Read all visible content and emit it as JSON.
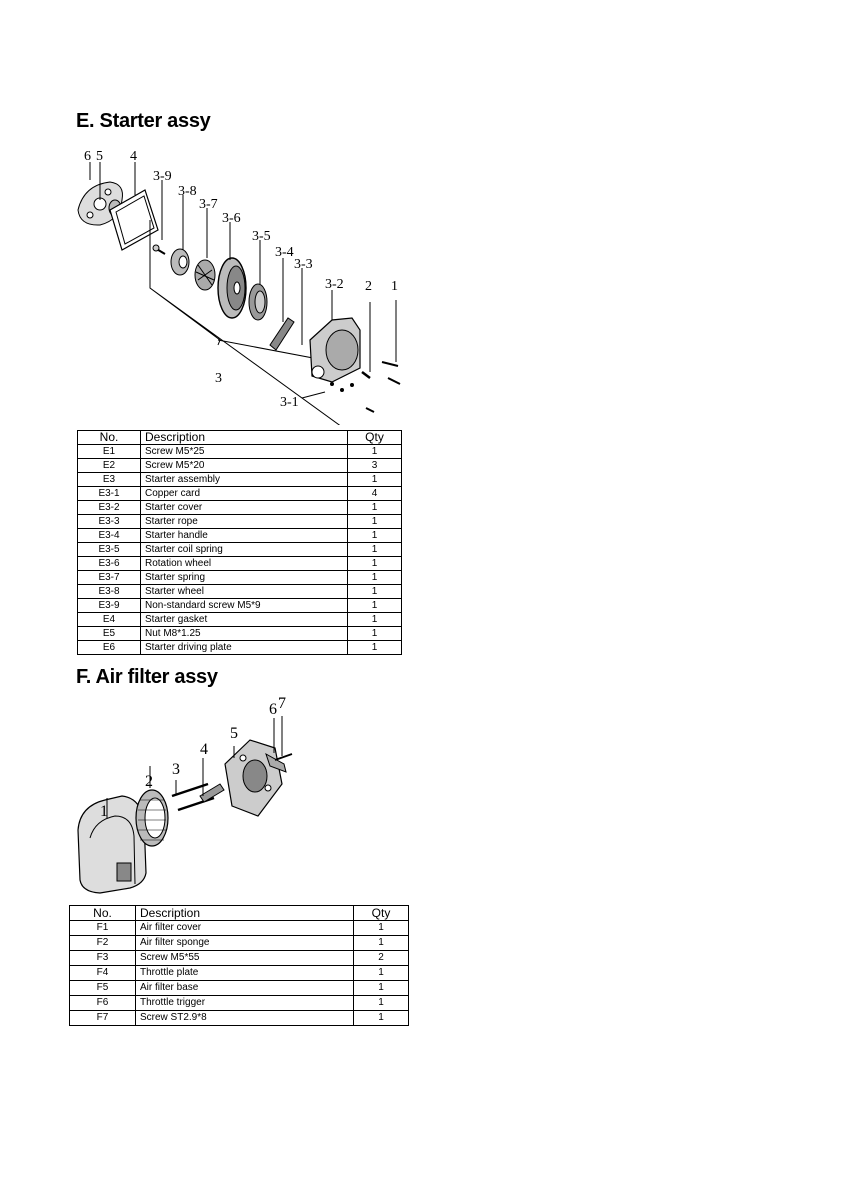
{
  "sections": {
    "starter": {
      "title": "E. Starter assy",
      "callouts": [
        "6",
        "5",
        "4",
        "3-9",
        "3-8",
        "3-7",
        "3-6",
        "3-5",
        "3-4",
        "3-3",
        "3-2",
        "2",
        "1",
        "3",
        "3-1"
      ],
      "table": {
        "headers": [
          "No.",
          "Description",
          "Qty"
        ],
        "rows": [
          {
            "no": "E1",
            "desc": "Screw M5*25",
            "qty": "1"
          },
          {
            "no": "E2",
            "desc": "Screw M5*20",
            "qty": "3"
          },
          {
            "no": "E3",
            "desc": "Starter assembly",
            "qty": "1"
          },
          {
            "no": "E3-1",
            "desc": "Copper card",
            "qty": "4"
          },
          {
            "no": "E3-2",
            "desc": "Starter cover",
            "qty": "1"
          },
          {
            "no": "E3-3",
            "desc": "Starter rope",
            "qty": "1"
          },
          {
            "no": "E3-4",
            "desc": "Starter handle",
            "qty": "1"
          },
          {
            "no": "E3-5",
            "desc": "Starter coil spring",
            "qty": "1"
          },
          {
            "no": "E3-6",
            "desc": "Rotation wheel",
            "qty": "1"
          },
          {
            "no": "E3-7",
            "desc": "Starter spring",
            "qty": "1"
          },
          {
            "no": "E3-8",
            "desc": "Starter wheel",
            "qty": "1"
          },
          {
            "no": "E3-9",
            "desc": "Non-standard screw M5*9",
            "qty": "1"
          },
          {
            "no": "E4",
            "desc": "Starter gasket",
            "qty": "1"
          },
          {
            "no": "E5",
            "desc": "Nut M8*1.25",
            "qty": "1"
          },
          {
            "no": "E6",
            "desc": "Starter driving plate",
            "qty": "1"
          }
        ]
      }
    },
    "air_filter": {
      "title": "F. Air filter assy",
      "callouts": [
        "1",
        "2",
        "3",
        "4",
        "5",
        "6",
        "7"
      ],
      "table": {
        "headers": [
          "No.",
          "Description",
          "Qty"
        ],
        "rows": [
          {
            "no": "F1",
            "desc": "Air filter cover",
            "qty": "1"
          },
          {
            "no": "F2",
            "desc": "Air filter sponge",
            "qty": "1"
          },
          {
            "no": "F3",
            "desc": "Screw M5*55",
            "qty": "2"
          },
          {
            "no": "F4",
            "desc": "Throttle plate",
            "qty": "1"
          },
          {
            "no": "F5",
            "desc": "Air filter base",
            "qty": "1"
          },
          {
            "no": "F6",
            "desc": "Throttle trigger",
            "qty": "1"
          },
          {
            "no": "F7",
            "desc": "Screw ST2.9*8",
            "qty": "1"
          }
        ]
      }
    }
  }
}
